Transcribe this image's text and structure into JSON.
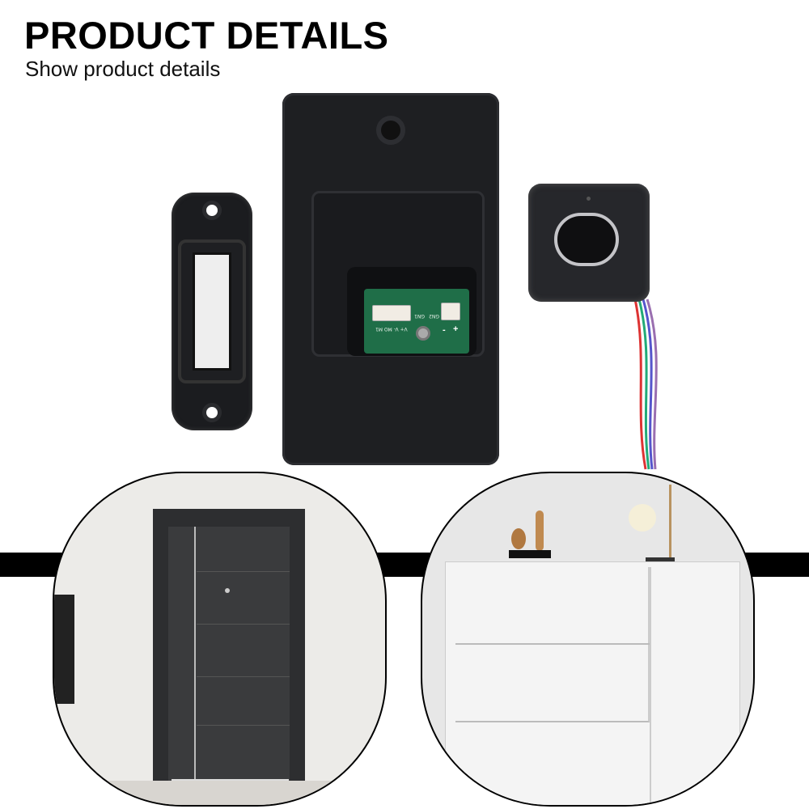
{
  "header": {
    "title": "PRODUCT DETAILS",
    "subtitle": "Show product details"
  },
  "product": {
    "pcb_labels": {
      "pins": "V+ V- MO M1",
      "gn1": "GN1",
      "gn2": "GN2",
      "minus": "-",
      "plus": "+"
    },
    "wire_colors": [
      "#d33",
      "#2a7",
      "#55c",
      "#9a6fb0"
    ],
    "pcb_color": "#1f6e48"
  },
  "scenes": [
    {
      "label": "door"
    },
    {
      "label": "cabinet"
    }
  ]
}
